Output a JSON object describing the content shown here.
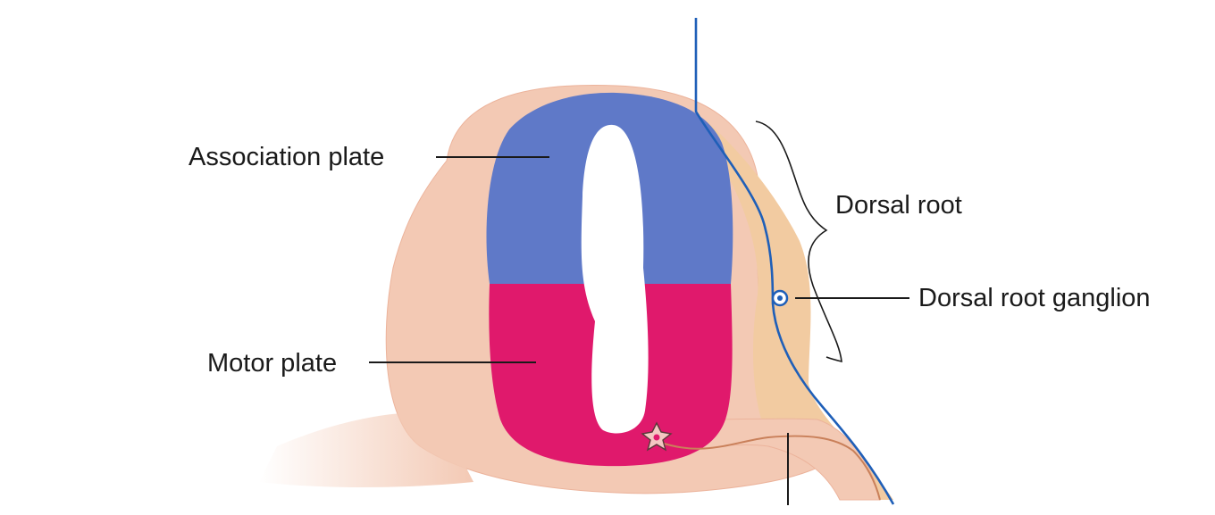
{
  "labels": {
    "association_plate": "Association plate",
    "motor_plate": "Motor plate",
    "dorsal_root": "Dorsal root",
    "dorsal_root_ganglion": "Dorsal root ganglion"
  },
  "colors": {
    "background": "#ffffff",
    "mantle_tissue": "#f3c9b4",
    "tissue_edge": "#ecb39b",
    "association_plate": "#5f79c8",
    "motor_plate": "#e0196c",
    "central_canal": "#ffffff",
    "ganglion_tissue": "#f2cba1",
    "nerve_fiber_blue": "#1f5fb8",
    "motor_axon": "#c9805a",
    "leader_lines": "#1a1a1a"
  },
  "icons": {
    "motor_neuron": "star-shaped-neuron-icon",
    "ganglion_cell": "ringed-dot-icon"
  }
}
